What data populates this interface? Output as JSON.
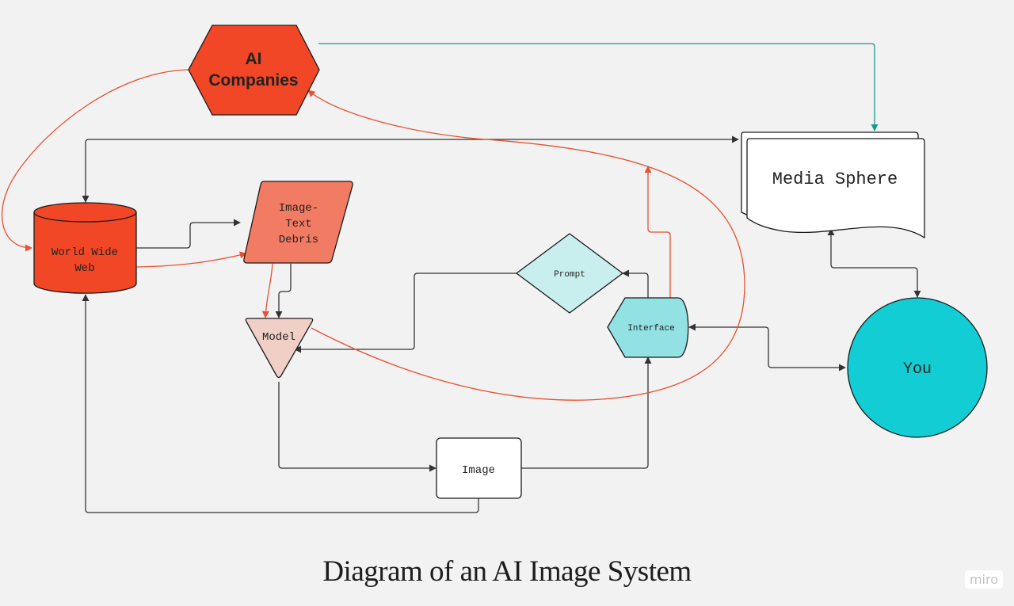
{
  "title": "Diagram of an AI Image System",
  "watermark": "miro",
  "nodes": {
    "ai_companies": [
      "AI",
      "Companies"
    ],
    "media_sphere": "Media Sphere",
    "world_wide_web": [
      "World Wide",
      "Web"
    ],
    "image_text_debris": [
      "Image-",
      "Text",
      "Debris"
    ],
    "prompt": "Prompt",
    "interface": "Interface",
    "model": "Model",
    "image": "Image",
    "you": "You"
  },
  "colors": {
    "background": "#f2f2f2",
    "ai_companies": "#f24726",
    "world_wide_web": "#f24726",
    "image_text_debris": "#f27b64",
    "model": "#f0cfc6",
    "prompt": "#c9eeee",
    "interface": "#92e1e3",
    "you": "#12cdd4",
    "dark_connector": "#333333",
    "red_connector": "#e8502e",
    "teal_connector": "#179c86"
  }
}
